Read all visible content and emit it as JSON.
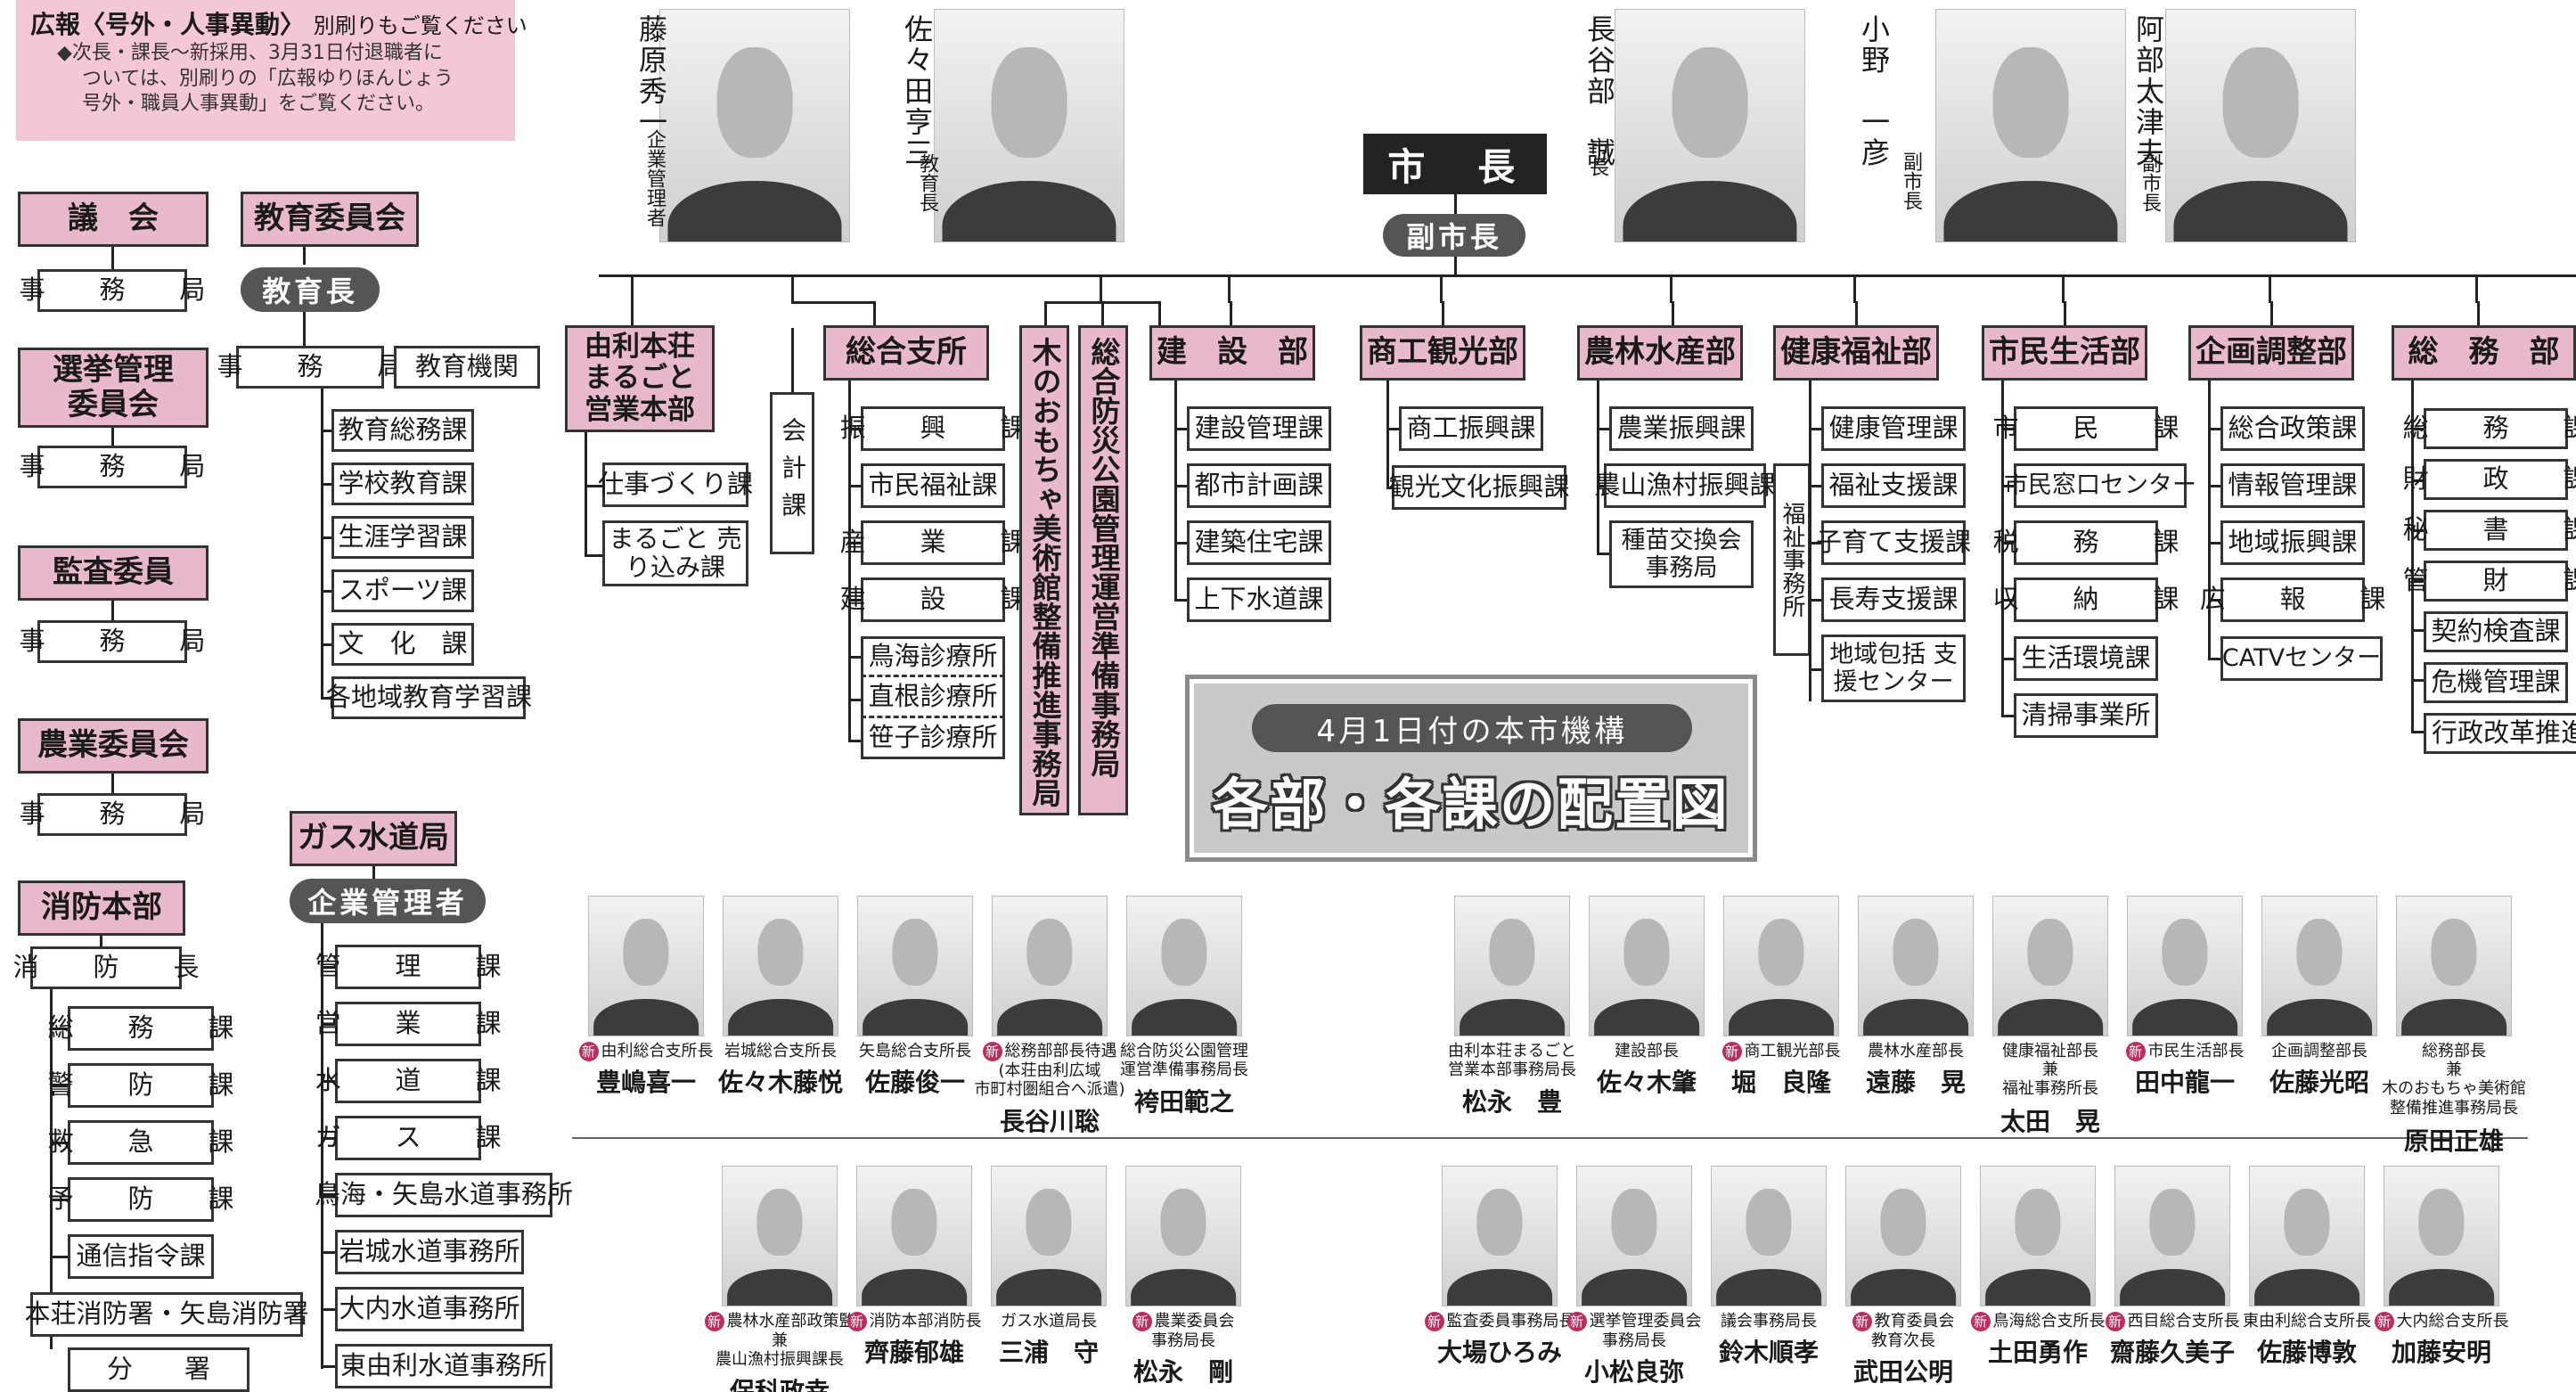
{
  "notice": {
    "title": "広報〈号外・人事異動〉",
    "title_sub": "別刷りもご覧ください",
    "body": [
      "◆次長・課長～新採用、3月31日付退職者に",
      "ついては、別刷りの「広報ゆりほんじょう",
      "号外・職員人事異動」をご覧ください。"
    ]
  },
  "left": {
    "gikai": "議　会",
    "gikai_sub": "事　務　局",
    "senkyo": [
      "選挙管理",
      "委員会"
    ],
    "senkyo_sub": "事　務　局",
    "kansa": "監査委員",
    "kansa_sub": "事　務　局",
    "nogyo": "農業委員会",
    "nogyo_sub": "事　務　局",
    "shobo": "消防本部",
    "shobo_chief": "消　防　長",
    "shobo_items": [
      "総　務　課",
      "警　防　課",
      "救　急　課",
      "予　防　課",
      "通信指令課"
    ],
    "shobo_station": "本荘消防署・矢島消防署",
    "shobo_branch": "分　　署"
  },
  "edu": {
    "title": "教育委員会",
    "head": "教育長",
    "office": "事　務　局",
    "inst": "教育機関",
    "items": [
      "教育総務課",
      "学校教育課",
      "生涯学習課",
      "スポーツ課",
      "文　化　課",
      "各地域教育学習課"
    ]
  },
  "gas": {
    "title": "ガス水道局",
    "head": "企業管理者",
    "items": [
      "管　理　課",
      "営　業　課",
      "水　道　課",
      "ガ　ス　課",
      "鳥海・矢島水道事務所",
      "岩城水道事務所",
      "大内水道事務所",
      "東由利水道事務所"
    ]
  },
  "top": {
    "mayor": "市　長",
    "vice": "副市長"
  },
  "execs": [
    {
      "name": "藤原秀一",
      "title": "企業管理者"
    },
    {
      "name": "佐々田亨三",
      "title": "教育長"
    },
    {
      "name": "長谷部　誠",
      "title": "市長"
    },
    {
      "name": "小野　一彦",
      "title": "副市長"
    },
    {
      "name": "阿部太津夫",
      "title": "副市長"
    }
  ],
  "depts": {
    "yuri": {
      "label": [
        "由利本荘",
        "まるごと",
        "営業本部"
      ],
      "items": [
        "仕事づくり課",
        "まるごと 売り込み課"
      ]
    },
    "kaikei": "会計課",
    "sogoshisho": {
      "label": "総合支所",
      "items": [
        "振　興　課",
        "市民福祉課",
        "産　業　課",
        "建　設　課",
        "鳥海診療所",
        "直根診療所",
        "笹子診療所"
      ]
    },
    "museum": "木のおもちゃ美術館整備推進事務局",
    "bosai": "総合防災公園管理運営準備事務局",
    "kensetsu": {
      "label": "建　設　部",
      "items": [
        "建設管理課",
        "都市計画課",
        "建築住宅課",
        "上下水道課"
      ]
    },
    "shoko": {
      "label": "商工観光部",
      "items": [
        "商工振興課",
        "観光文化振興課"
      ]
    },
    "norin": {
      "label": "農林水産部",
      "items": [
        "農業振興課",
        "農山漁村振興課",
        "種苗交換会 事務局"
      ]
    },
    "kenko": {
      "label": "健康福祉部",
      "fukushi": "福祉事務所",
      "items": [
        "健康管理課",
        "福祉支援課",
        "子育て支援課",
        "長寿支援課",
        "地域包括 支援センター"
      ]
    },
    "shimin": {
      "label": "市民生活部",
      "items": [
        "市　民　課",
        "市民窓口センター",
        "税　務　課",
        "収　納　課",
        "生活環境課",
        "清掃事業所"
      ]
    },
    "kikaku": {
      "label": "企画調整部",
      "items": [
        "総合政策課",
        "情報管理課",
        "地域振興課",
        "広　報　課",
        "CATVセンター"
      ]
    },
    "somu": {
      "label": "総　務　部",
      "items": [
        "総　務　課",
        "財　政　課",
        "秘　書　課",
        "管　財　課",
        "契約検査課",
        "危機管理課",
        "行政改革推進課"
      ]
    }
  },
  "banner": {
    "date": "4月1日付の本市機構",
    "title": "各部・各課の配置図"
  },
  "staff_row1_left": [
    {
      "new": true,
      "title": "由利総合支所長",
      "name": "豊嶋喜一"
    },
    {
      "new": false,
      "title": "岩城総合支所長",
      "name": "佐々木藤悦"
    },
    {
      "new": false,
      "title": "矢島総合支所長",
      "name": "佐藤俊一"
    },
    {
      "new": true,
      "title": "総務部部長待遇 (本荘由利広域 市町村圏組合へ派遣)",
      "name": "長谷川聡"
    },
    {
      "new": false,
      "title": "総合防災公園管理 運営準備事務局長",
      "name": "袴田範之"
    }
  ],
  "staff_row1_right": [
    {
      "new": false,
      "title": "由利本荘まるごと 営業本部事務局長",
      "name": "松永　豊"
    },
    {
      "new": false,
      "title": "建設部長",
      "name": "佐々木肇"
    },
    {
      "new": true,
      "title": "商工観光部長",
      "name": "堀　良隆"
    },
    {
      "new": false,
      "title": "農林水産部長",
      "name": "遠藤　晃"
    },
    {
      "new": false,
      "title": "健康福祉部長 兼 福祉事務所長",
      "name": "太田　晃"
    },
    {
      "new": true,
      "title": "市民生活部長",
      "name": "田中龍一"
    },
    {
      "new": false,
      "title": "企画調整部長",
      "name": "佐藤光昭"
    },
    {
      "new": false,
      "title": "総務部長 兼 木のおもちゃ美術館 整備推進事務局長",
      "name": "原田正雄"
    }
  ],
  "staff_row2_left": [
    {
      "new": true,
      "title": "農林水産部政策監 兼 農山漁村振興課長",
      "name": "保科政幸"
    },
    {
      "new": true,
      "title": "消防本部消防長",
      "name": "齊藤郁雄"
    },
    {
      "new": false,
      "title": "ガス水道局長",
      "name": "三浦　守"
    },
    {
      "new": true,
      "title": "農業委員会 事務局長",
      "name": "松永　剛"
    }
  ],
  "staff_row2_right": [
    {
      "new": true,
      "title": "監査委員事務局長",
      "name": "大場ひろみ"
    },
    {
      "new": true,
      "title": "選挙管理委員会 事務局長",
      "name": "小松良弥"
    },
    {
      "new": false,
      "title": "議会事務局長",
      "name": "鈴木順孝"
    },
    {
      "new": true,
      "title": "教育委員会 教育次長",
      "name": "武田公明"
    },
    {
      "new": true,
      "title": "鳥海総合支所長",
      "name": "土田勇作"
    },
    {
      "new": true,
      "title": "西目総合支所長",
      "name": "齋藤久美子"
    },
    {
      "new": false,
      "title": "東由利総合支所長",
      "name": "佐藤博敦"
    },
    {
      "new": true,
      "title": "大内総合支所長",
      "name": "加藤安明"
    }
  ],
  "new_mark": "新"
}
